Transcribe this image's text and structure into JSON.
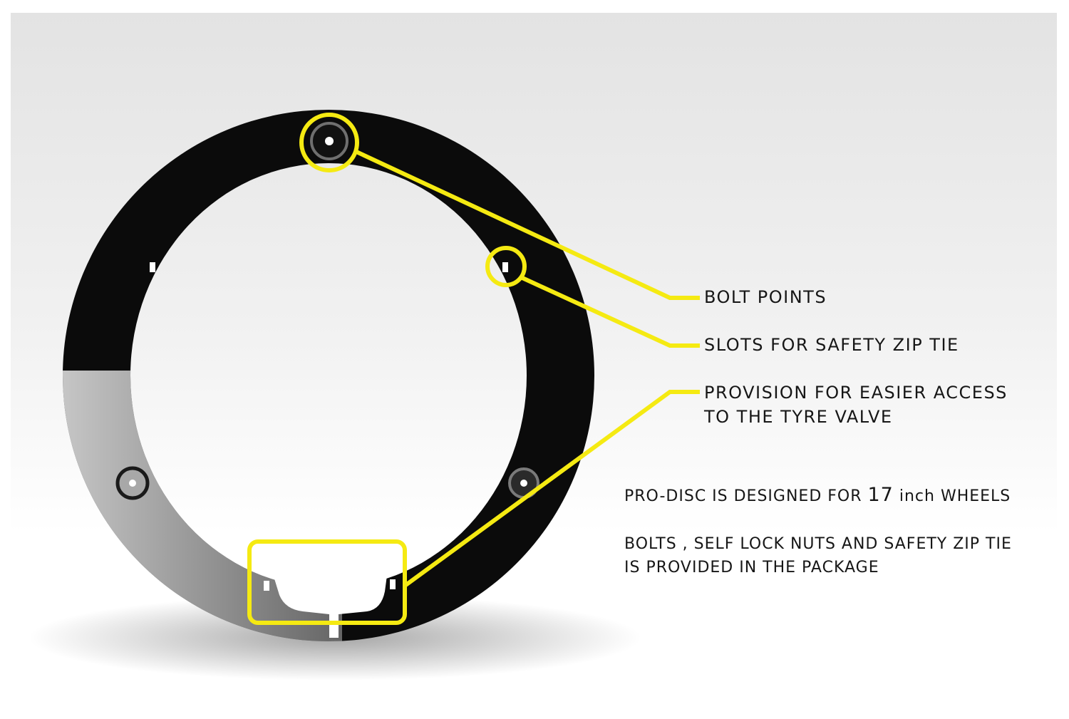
{
  "callouts": {
    "bolt_points": "BOLT POINTS",
    "zip_tie_slots": "SLOTS FOR SAFETY ZIP TIE",
    "valve_access_line1": "PROVISION FOR EASIER ACCESS",
    "valve_access_line2": "TO THE TYRE VALVE"
  },
  "notes": {
    "design_prefix": "PRO-DISC IS DESIGNED FOR ",
    "design_size": "17",
    "design_unit": " inch ",
    "design_suffix": "WHEELS",
    "package_line1": "BOLTS , SELF LOCK NUTS AND SAFETY ZIP TIE",
    "package_line2": "IS PROVIDED IN THE PACKAGE"
  },
  "colors": {
    "highlight": "#f5ea12",
    "disc": "#0b0b0b",
    "text": "#161616"
  }
}
